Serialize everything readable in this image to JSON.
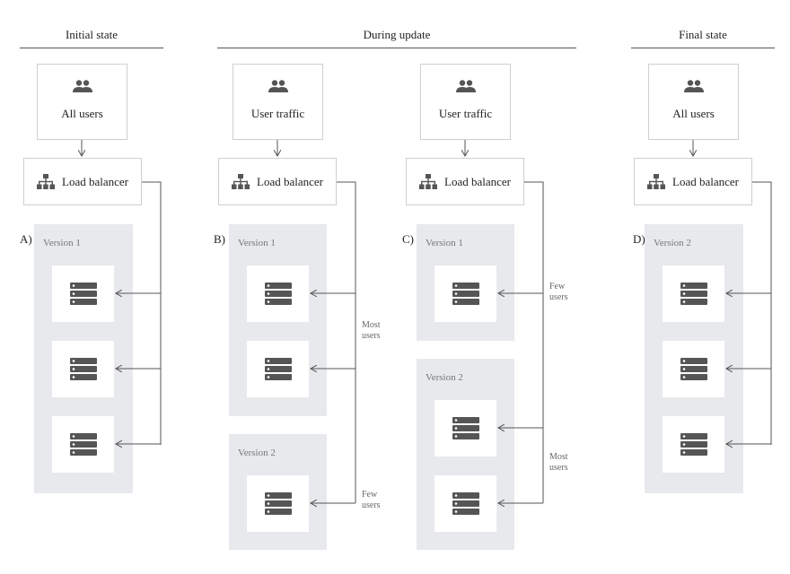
{
  "headers": {
    "initial": "Initial state",
    "during": "During update",
    "final": "Final state"
  },
  "columns": [
    {
      "id": "A",
      "letter": "A)",
      "users_label": "All users",
      "lb_label": "Load balancer",
      "groups": [
        {
          "label": "Version 1"
        }
      ]
    },
    {
      "id": "B",
      "letter": "B)",
      "users_label": "User traffic",
      "lb_label": "Load balancer",
      "groups": [
        {
          "label": "Version 1"
        },
        {
          "label": "Version 2"
        }
      ],
      "notes": [
        "Most users",
        "Few users"
      ]
    },
    {
      "id": "C",
      "letter": "C)",
      "users_label": "User traffic",
      "lb_label": "Load balancer",
      "groups": [
        {
          "label": "Version 1"
        },
        {
          "label": "Version 2"
        }
      ],
      "notes": [
        "Few users",
        "Most users"
      ]
    },
    {
      "id": "D",
      "letter": "D)",
      "users_label": "All users",
      "lb_label": "Load balancer",
      "groups": [
        {
          "label": "Version 2"
        }
      ]
    }
  ],
  "icons": {
    "users": "users-icon",
    "load_balancer": "sitemap-icon",
    "server": "server-stack-icon"
  },
  "colors": {
    "group_bg": "#e7e9ec",
    "icon": "#555555",
    "line": "#555555"
  }
}
